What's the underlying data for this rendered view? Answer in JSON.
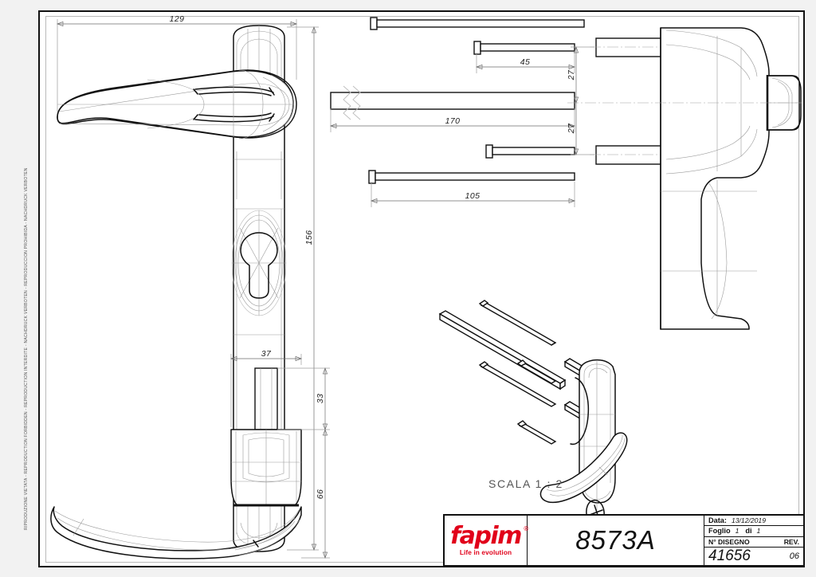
{
  "document": {
    "type": "technical-drawing",
    "code": "8573A",
    "scale_note": "SCALA 1 : 2",
    "copyright_notice": "RIPRODUZIONE VIETATA - REPRODUCTION FORBIDDEN - REPRODUCTION INTERDITE - NACHDRUCK VERBOTEN - REPRODUCCION PROHIBIDA - NACHDRUCK VERBOTEN"
  },
  "title_block": {
    "logo_word": "fapim",
    "logo_registered": "®",
    "logo_tagline": "Life in evolution",
    "drawing_code": "8573A",
    "data_label": "Data:",
    "data_value": "13/12/2019",
    "foglio_label": "Foglio",
    "foglio_value": "1",
    "di_label": "di",
    "di_value": "1",
    "disegno_label": "N° DISEGNO",
    "rev_label": "REV.",
    "disegno_value": "41656",
    "rev_value": "06"
  },
  "dimensions": {
    "plate_width": "129",
    "plate_height": "156",
    "screw_short": "45",
    "spindle": "170",
    "screw_long": "105",
    "spacing_top": "27",
    "spacing_bottom": "27",
    "rose_width": "37",
    "spindle_stub": "33",
    "lever_height": "66"
  },
  "colors": {
    "line": "#111111",
    "tessellation": "#9a9a9a",
    "dimension": "#6e6e6e",
    "brand_red": "#e1001a",
    "page_bg": "#f2f2f2",
    "sheet_bg": "#ffffff"
  }
}
